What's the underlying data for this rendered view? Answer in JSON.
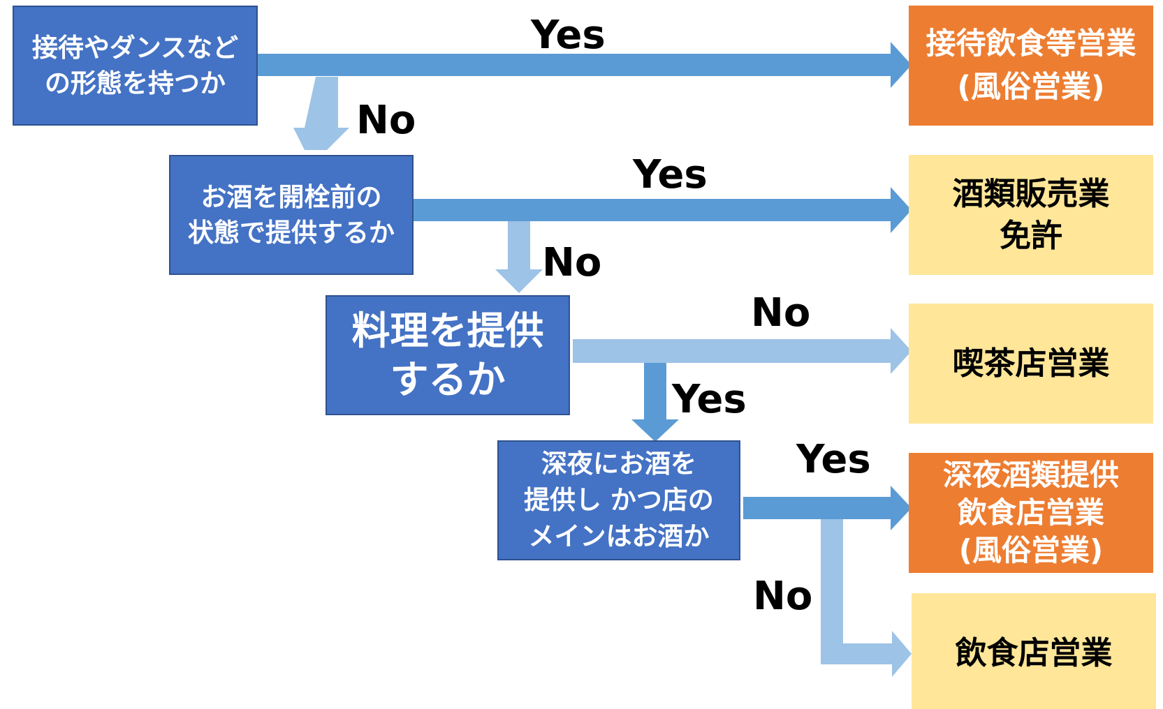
{
  "questions": {
    "q1": "接待やダンスなど\nの形態を持つか",
    "q2": "お酒を開栓前の\n状態で提供するか",
    "q3": "料理を提供\nするか",
    "q4": "深夜にお酒を\n提供し かつ店の\nメインはお酒か"
  },
  "results": {
    "r1": "接待飲食等営業\n(風俗営業)",
    "r2": "酒類販売業\n免許",
    "r3": "喫茶店営業",
    "r4": "深夜酒類提供\n飲食店営業\n(風俗営業)",
    "r5": "飲食店営業"
  },
  "labels": {
    "yes": "Yes",
    "no": "No"
  },
  "colors": {
    "question_fill": "#4472c4",
    "arrow_dark": "#5b9bd5",
    "arrow_light": "#9dc3e6",
    "result_orange": "#ed7d31",
    "result_yellow": "#ffe699"
  }
}
